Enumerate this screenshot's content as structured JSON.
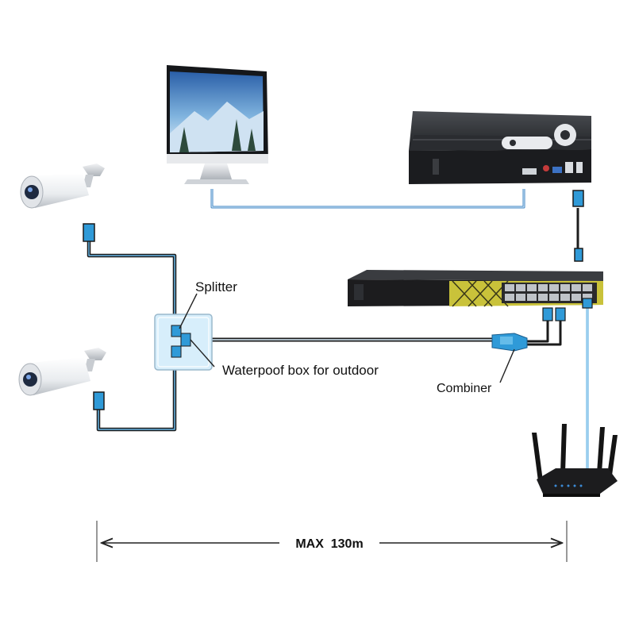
{
  "labels": {
    "splitter": "Splitter",
    "waterproof_box": "Waterpoof box for outdoor",
    "combiner": "Combiner",
    "distance": "MAX  130m"
  },
  "colors": {
    "cable_blue": "#3f86c6",
    "cable_light_blue": "#4fa8e0",
    "box_fill": "#d7eefb",
    "switch_yellow": "#c9c23a",
    "device_black": "#1c1c1e"
  },
  "nodes": [
    {
      "id": "monitor",
      "icon": "monitor-icon"
    },
    {
      "id": "nvr",
      "icon": "nvr-recorder-icon"
    },
    {
      "id": "camera-1",
      "icon": "bullet-camera-icon"
    },
    {
      "id": "camera-2",
      "icon": "bullet-camera-icon"
    },
    {
      "id": "poe-switch",
      "icon": "poe-switch-icon"
    },
    {
      "id": "router",
      "icon": "wifi-router-icon"
    },
    {
      "id": "splitter-box",
      "icon": "waterproof-box-icon"
    },
    {
      "id": "combiner",
      "icon": "combiner-connector-icon"
    }
  ],
  "links": [
    {
      "from": "monitor",
      "to": "nvr"
    },
    {
      "from": "nvr",
      "to": "poe-switch"
    },
    {
      "from": "camera-1",
      "to": "splitter-box"
    },
    {
      "from": "camera-2",
      "to": "splitter-box"
    },
    {
      "from": "splitter-box",
      "to": "combiner"
    },
    {
      "from": "combiner",
      "to": "poe-switch"
    },
    {
      "from": "poe-switch",
      "to": "router"
    }
  ]
}
